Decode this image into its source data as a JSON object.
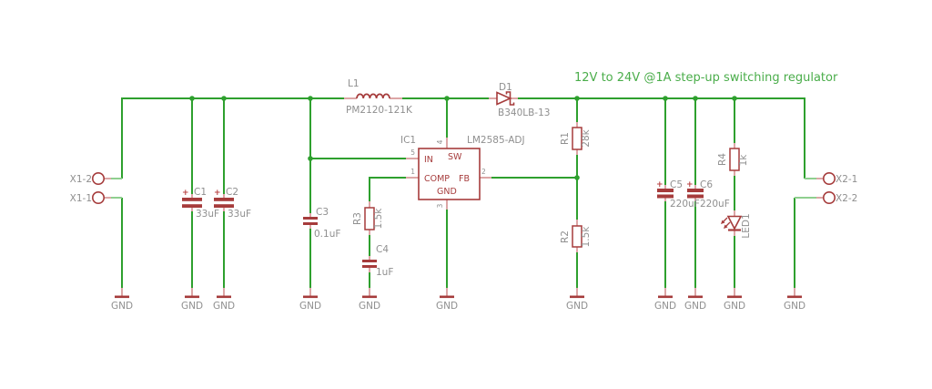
{
  "title": "12V to 24V @1A step-up switching regulator",
  "palette": {
    "wire_green": "#2ea02e",
    "wire_light_green": "#8fcf8f",
    "pin_pink": "#dca6a6",
    "symbol_red": "#a63c3c",
    "label_gray": "#8f8f8f",
    "title_green": "#4aad4a",
    "background": "#ffffff"
  },
  "labels": {
    "gnd": "GND",
    "plus": "+"
  },
  "connectors": {
    "x1_2": "X1-2",
    "x1_1": "X1-1",
    "x2_1": "X2-1",
    "x2_2": "X2-2"
  },
  "parts": {
    "l1": {
      "ref": "L1",
      "value": "PM2120-121K"
    },
    "d1": {
      "ref": "D1",
      "value": "B340LB-13"
    },
    "ic1": {
      "ref": "IC1",
      "value": "LM2585-ADJ",
      "pins": {
        "in": "IN",
        "sw": "SW",
        "comp": "COMP",
        "fb": "FB",
        "gnd": "GND"
      },
      "pin_numbers": {
        "in": "5",
        "comp": "1",
        "sw": "4",
        "fb": "2",
        "gnd": "3"
      }
    },
    "r1": {
      "ref": "R1",
      "value": "28k"
    },
    "r2": {
      "ref": "R2",
      "value": "1.5k"
    },
    "r3": {
      "ref": "R3",
      "value": "1.5k"
    },
    "r4": {
      "ref": "R4",
      "value": "1k"
    },
    "c1": {
      "ref": "C1",
      "value": "33uF"
    },
    "c2": {
      "ref": "C2",
      "value": "33uF"
    },
    "c3": {
      "ref": "C3",
      "value": "0.1uF"
    },
    "c4": {
      "ref": "C4",
      "value": "1uF"
    },
    "c5": {
      "ref": "C5",
      "value": "220uF"
    },
    "c6": {
      "ref": "C6",
      "value": "220uF"
    },
    "led1": {
      "ref": "LED1"
    }
  }
}
